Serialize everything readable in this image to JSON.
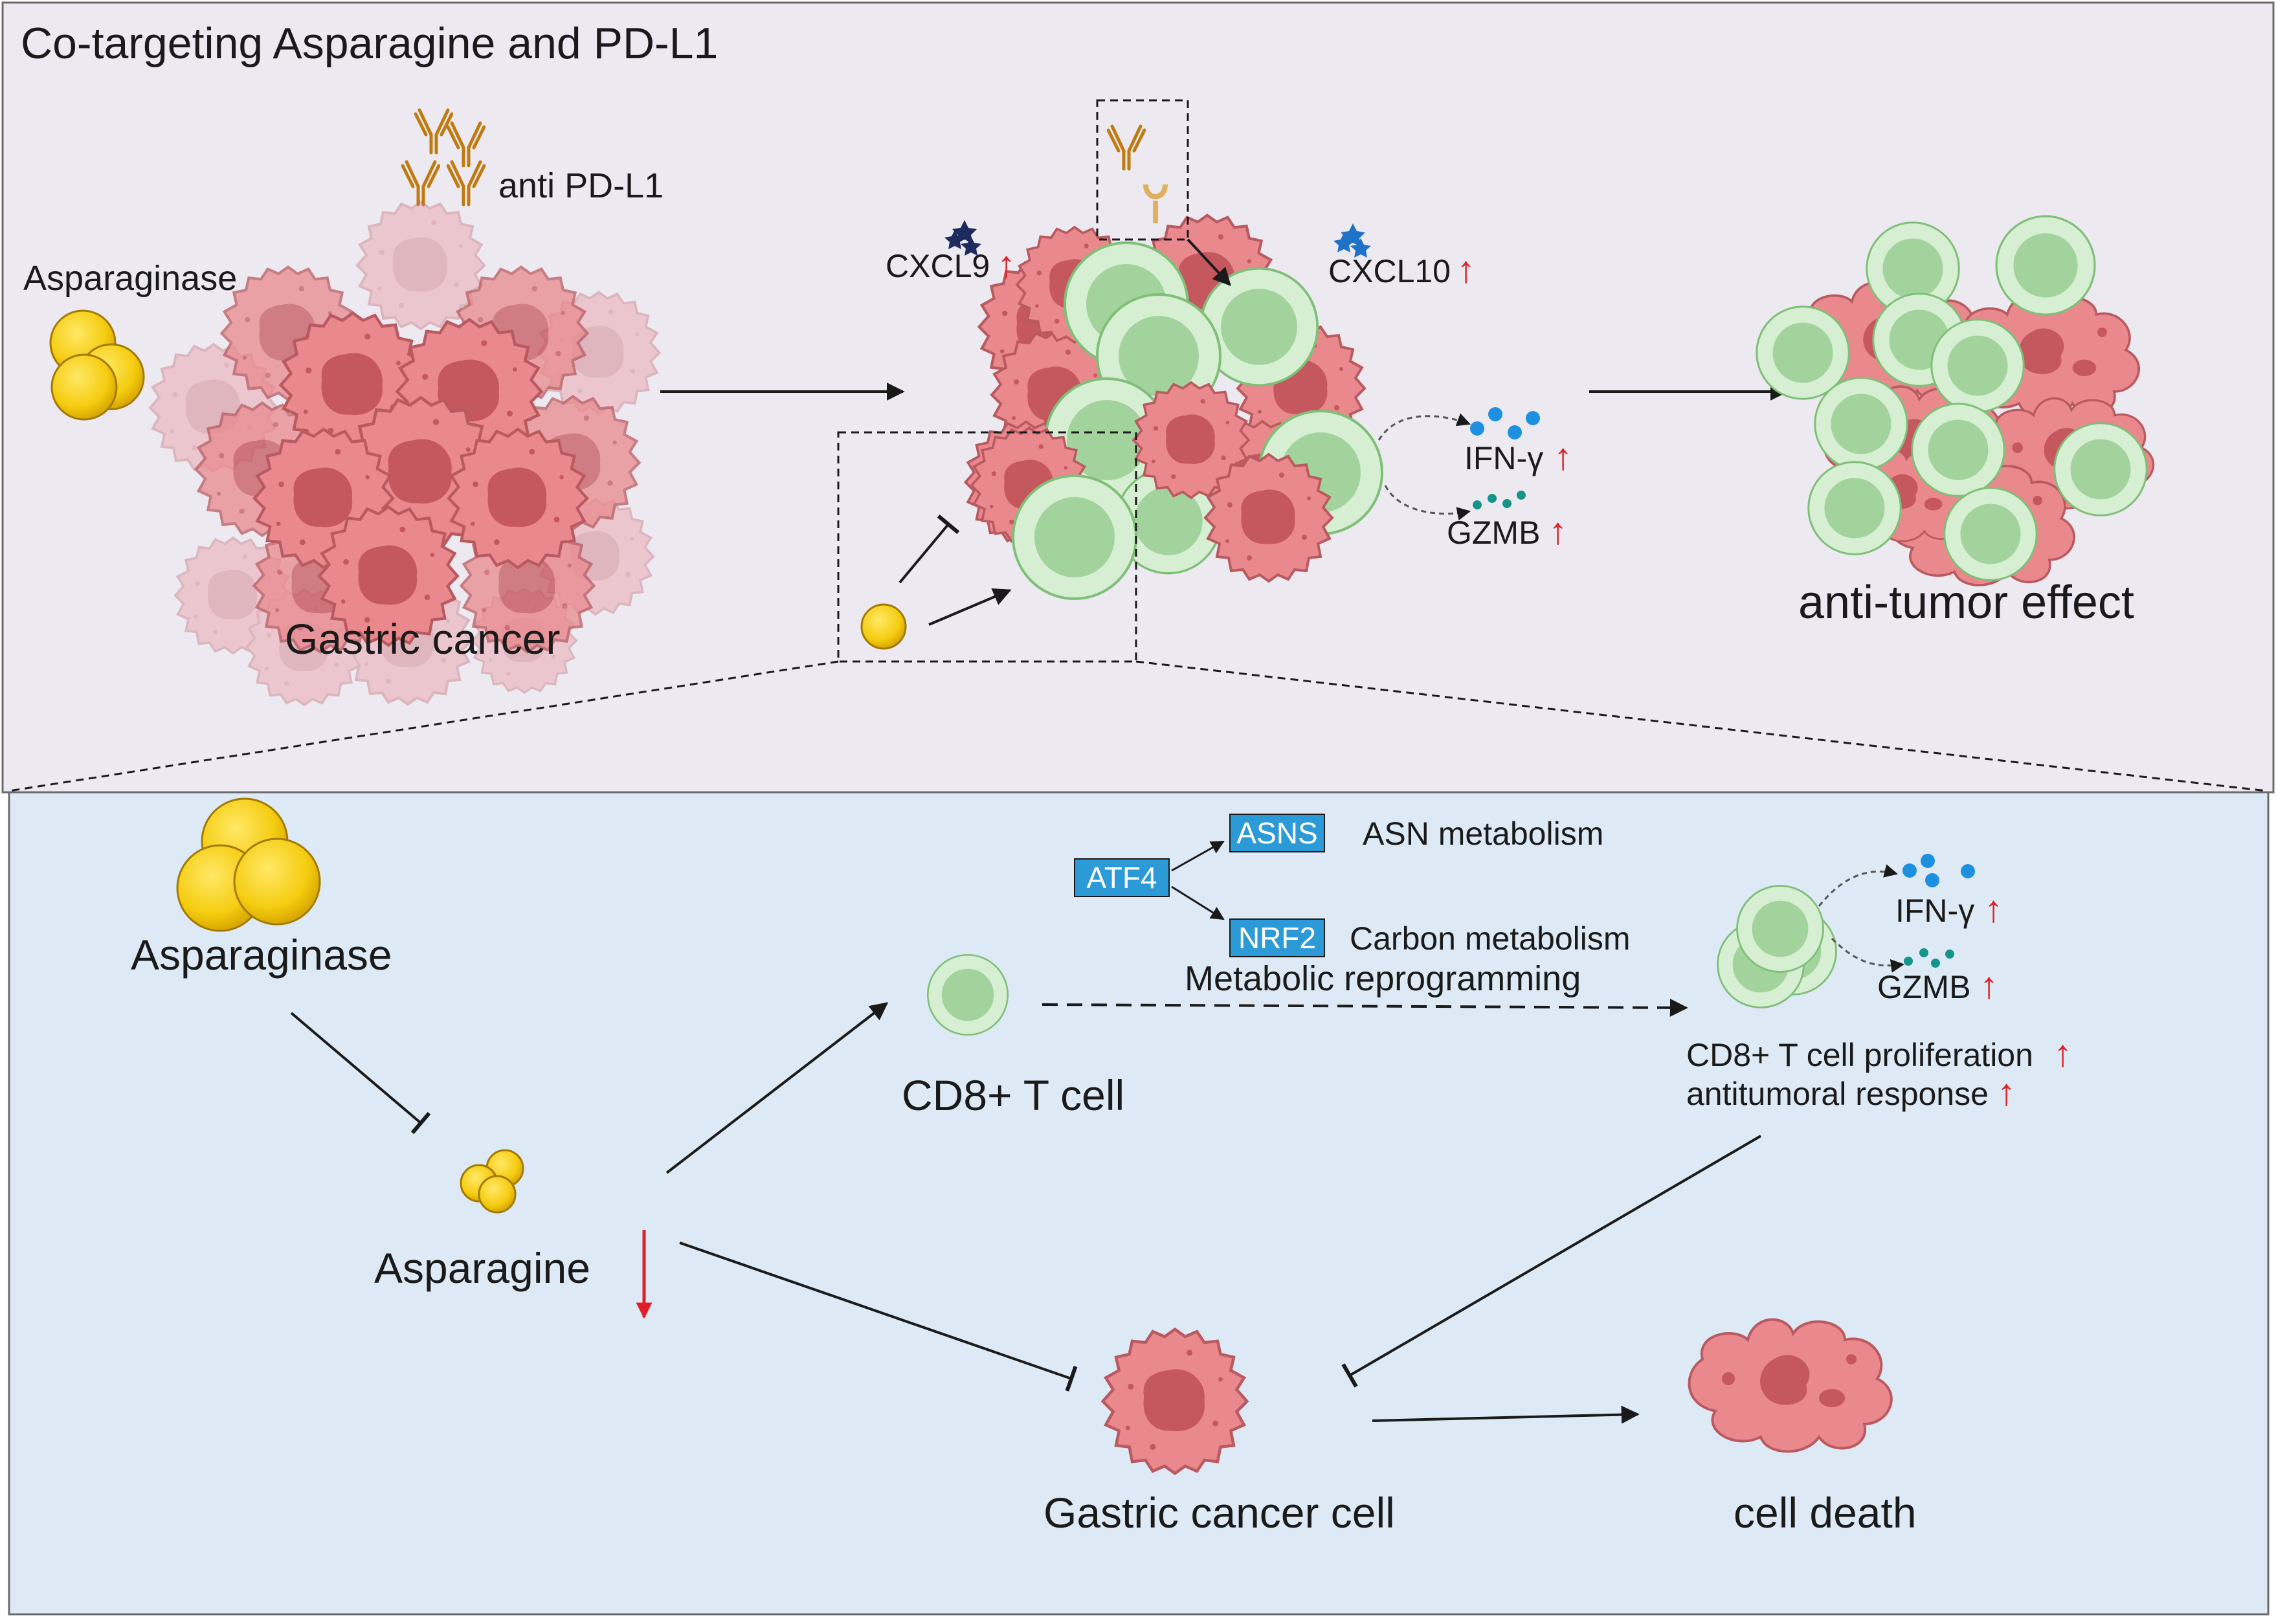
{
  "title": "Co-targeting Asparagine and PD-L1",
  "top_panel": {
    "asparaginase": "Asparaginase",
    "anti_pdl1": "anti PD-L1",
    "gastric_cancer": "Gastric cancer",
    "cxcl9": "CXCL9",
    "cxcl10": "CXCL10",
    "ifn_gamma": "IFN-γ",
    "gzmb": "GZMB",
    "anti_tumor_effect": "anti-tumor effect",
    "up_arrow": "↑"
  },
  "bottom_panel": {
    "asparaginase": "Asparaginase",
    "asparagine": "Asparagine",
    "cd8_t_cell": "CD8+ T cell",
    "atf4": "ATF4",
    "asns": "ASNS",
    "nrf2": "NRF2",
    "asn_metabolism": "ASN metabolism",
    "carbon_metabolism": "Carbon metabolism",
    "metabolic_reprogramming": "Metabolic reprogramming",
    "ifn_gamma": "IFN-γ",
    "gzmb": "GZMB",
    "proliferation": "CD8+ T cell proliferation",
    "antitumoral_response": "antitumoral response",
    "gastric_cancer_cell": "Gastric cancer cell",
    "cell_death": "cell death",
    "up_arrow": "↑"
  },
  "colors": {
    "top_background": "#ede9f1",
    "bottom_background": "#dde9f5",
    "tumor_cell": "#e9888d",
    "tumor_nucleus": "#c5575e",
    "t_cell": "#c4e3bf",
    "t_cell_nucleus": "#a3d39c",
    "asparaginase": "#f2c81a",
    "gene_box": "#2b9ad6",
    "increase_arrow": "#e01f26",
    "ifn_dots": "#1e90e0",
    "gzmb_dots": "#15958a"
  }
}
